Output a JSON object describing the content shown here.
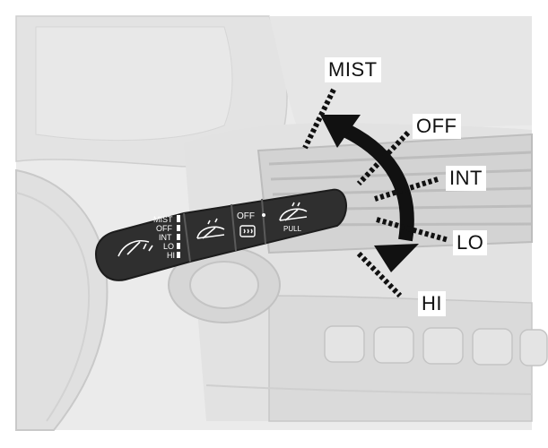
{
  "callouts": {
    "mist": "MIST",
    "off": "OFF",
    "int": "INT",
    "lo": "LO",
    "hi": "HI"
  },
  "stalk": {
    "scale": [
      "MIST",
      "OFF",
      "INT",
      "LO",
      "HI"
    ],
    "washer_off_label": "OFF",
    "washer_pull_label": "PULL"
  },
  "icons": {
    "stalk_tip": "windshield-wiper-icon",
    "ring": "front-wiper-icon",
    "band": "rear-defrost-icon",
    "knob": "washer-icon"
  },
  "colors": {
    "stalk": "#2f2f2f",
    "arrow": "#111111",
    "background": "#ececec",
    "panel": "#d9d9d9"
  }
}
